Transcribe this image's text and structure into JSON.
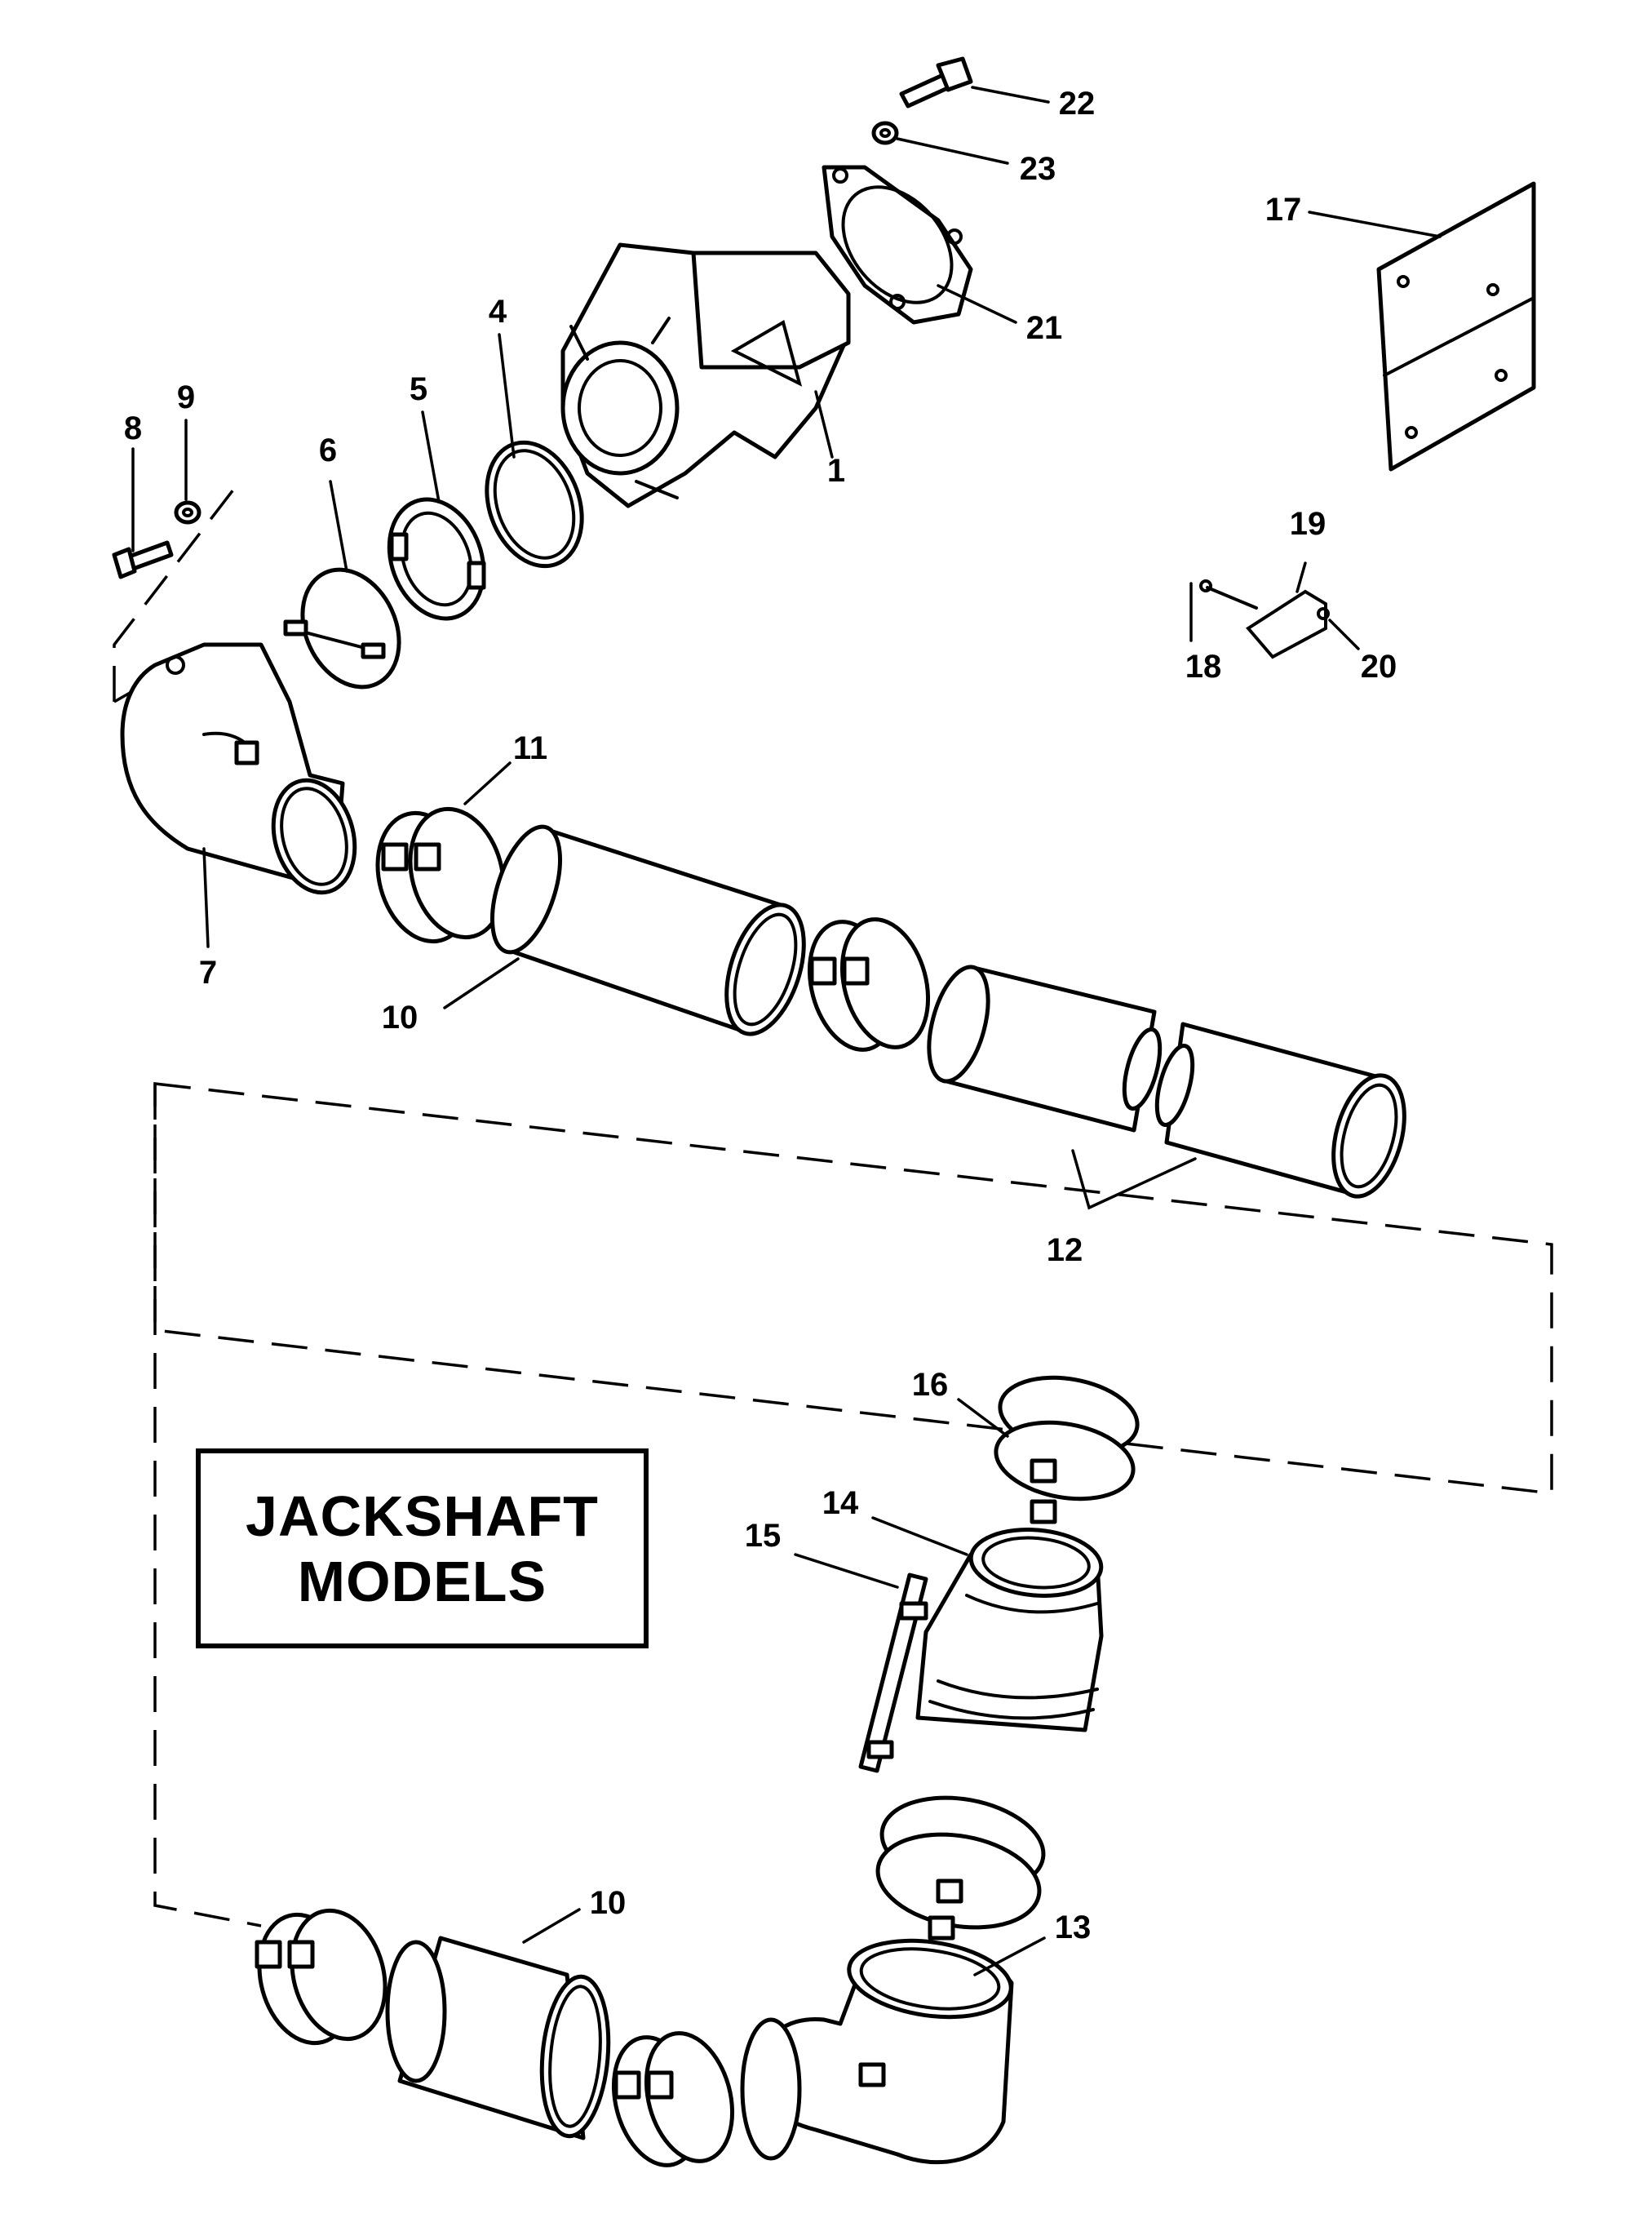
{
  "diagram": {
    "box_label": {
      "line1": "JACKSHAFT",
      "line2": "MODELS"
    },
    "callouts": {
      "c1": "1",
      "c4": "4",
      "c5": "5",
      "c6": "6",
      "c7": "7",
      "c8": "8",
      "c9": "9",
      "c10a": "10",
      "c10b": "10",
      "c11": "11",
      "c12": "12",
      "c13": "13",
      "c14": "14",
      "c15": "15",
      "c16": "16",
      "c17": "17",
      "c18": "18",
      "c19": "19",
      "c20": "20",
      "c21": "21",
      "c22": "22",
      "c23": "23"
    },
    "line_color": "#000000",
    "background": "#ffffff"
  }
}
